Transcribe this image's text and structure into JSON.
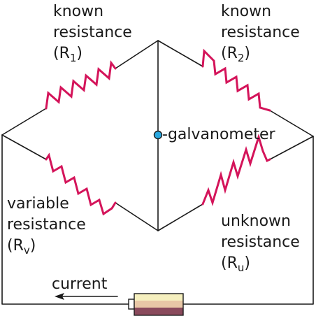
{
  "labels": {
    "r1": {
      "line1": "known",
      "line2": "resistance",
      "open": "(R",
      "sub": "1",
      "close": ")"
    },
    "r2": {
      "line1": "known",
      "line2": "resistance",
      "open": "(R",
      "sub": "2",
      "close": ")"
    },
    "rv": {
      "line1": "variable",
      "line2": "resistance",
      "open": "(R",
      "sub": "v",
      "close": ")"
    },
    "ru": {
      "line1": "unknown",
      "line2": "resistance",
      "open": "(R",
      "sub": "u",
      "close": ")"
    },
    "galvanometer": "-galvanometer",
    "current": "current"
  },
  "colors": {
    "resistor": "#d4145a",
    "wire": "#1a1a1a",
    "galvanometer_fill": "#29a8e0",
    "battery_top": "#f6f0bf",
    "battery_mid": "#e8c7a6",
    "battery_bottom": "#8a4a5c"
  }
}
